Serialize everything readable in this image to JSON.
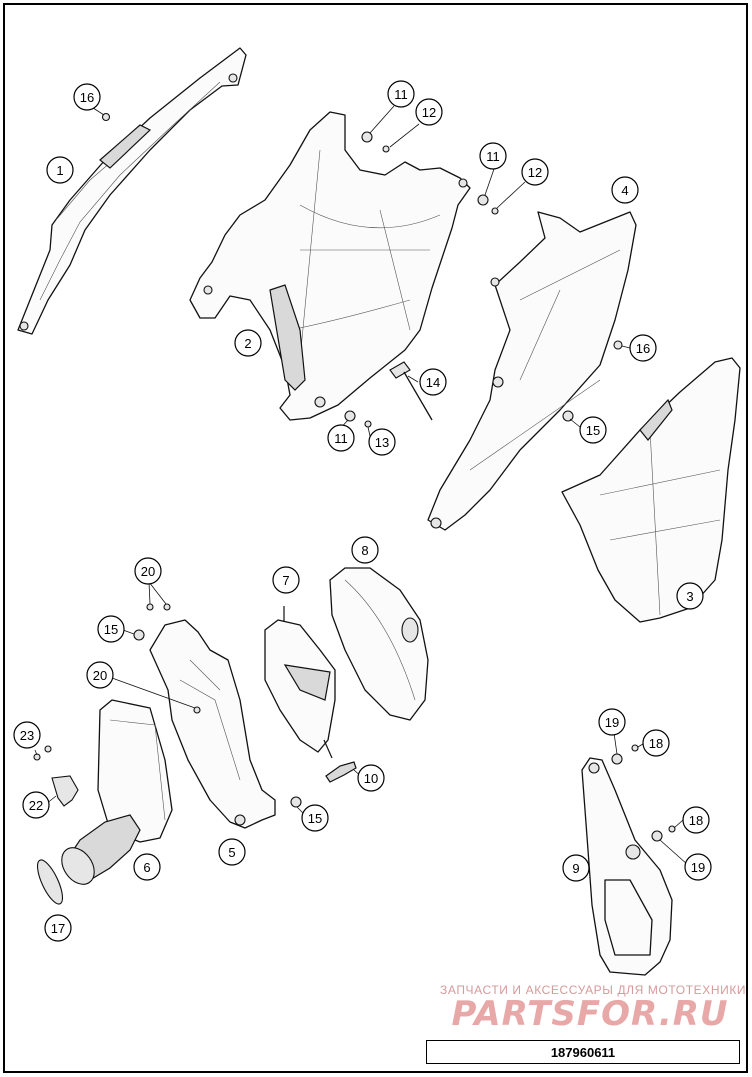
{
  "callouts": [
    {
      "label": "1"
    },
    {
      "label": "2"
    },
    {
      "label": "3"
    },
    {
      "label": "4"
    },
    {
      "label": "5"
    },
    {
      "label": "6"
    },
    {
      "label": "7"
    },
    {
      "label": "8"
    },
    {
      "label": "9"
    },
    {
      "label": "10"
    },
    {
      "label": "11"
    },
    {
      "label": "11"
    },
    {
      "label": "11"
    },
    {
      "label": "12"
    },
    {
      "label": "12"
    },
    {
      "label": "13"
    },
    {
      "label": "14"
    },
    {
      "label": "15"
    },
    {
      "label": "15"
    },
    {
      "label": "15"
    },
    {
      "label": "16"
    },
    {
      "label": "16"
    },
    {
      "label": "17"
    },
    {
      "label": "18"
    },
    {
      "label": "18"
    },
    {
      "label": "19"
    },
    {
      "label": "19"
    },
    {
      "label": "20"
    },
    {
      "label": "20"
    },
    {
      "label": "22"
    },
    {
      "label": "23"
    }
  ],
  "watermark": {
    "tagline": "ЗАПЧАСТИ И АКСЕССУАРЫ ДЛЯ МОТОТЕХНИКИ",
    "brand": "PARTSFOR.RU"
  },
  "drawing_number": "187960611"
}
